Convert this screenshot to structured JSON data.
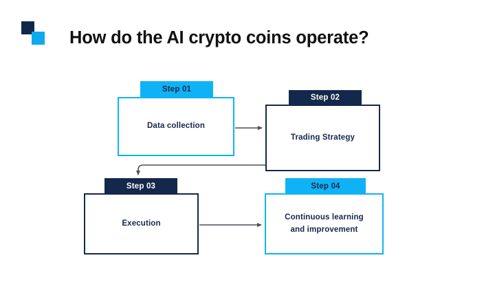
{
  "page": {
    "title": "How do the AI crypto coins operate?",
    "background_color": "#ffffff"
  },
  "logo": {
    "name": "logo-mark",
    "dark_square_color": "#10294b",
    "light_square_color": "#0FA9EE"
  },
  "theme": {
    "cyan": "#0FB3F5",
    "navy": "#14284B",
    "text_dark": "#14284B",
    "text_light": "#ffffff",
    "title_color": "#111111",
    "connector_color": "#4a4f57"
  },
  "diagram": {
    "type": "flowchart",
    "steps": [
      {
        "id": "step-01",
        "tab_label": "Step 01",
        "body_label": "Data collection",
        "accent": "cyan"
      },
      {
        "id": "step-02",
        "tab_label": "Step 02",
        "body_label": "Trading Strategy",
        "accent": "navy"
      },
      {
        "id": "step-03",
        "tab_label": "Step 03",
        "body_label": "Execution",
        "accent": "navy"
      },
      {
        "id": "step-04",
        "tab_label": "Step 04",
        "body_label_line1": "Continuous learning",
        "body_label_line2": "and improvement",
        "accent": "cyan"
      }
    ],
    "connectors": [
      {
        "name": "arrow-step01-to-step02",
        "from": "step-01",
        "to": "step-02",
        "shape": "straight-horizontal"
      },
      {
        "name": "arrow-step02-to-step03",
        "from": "step-02",
        "to": "step-03",
        "shape": "elbow-left-down"
      },
      {
        "name": "arrow-step03-to-step04",
        "from": "step-03",
        "to": "step-04",
        "shape": "straight-horizontal"
      }
    ]
  }
}
